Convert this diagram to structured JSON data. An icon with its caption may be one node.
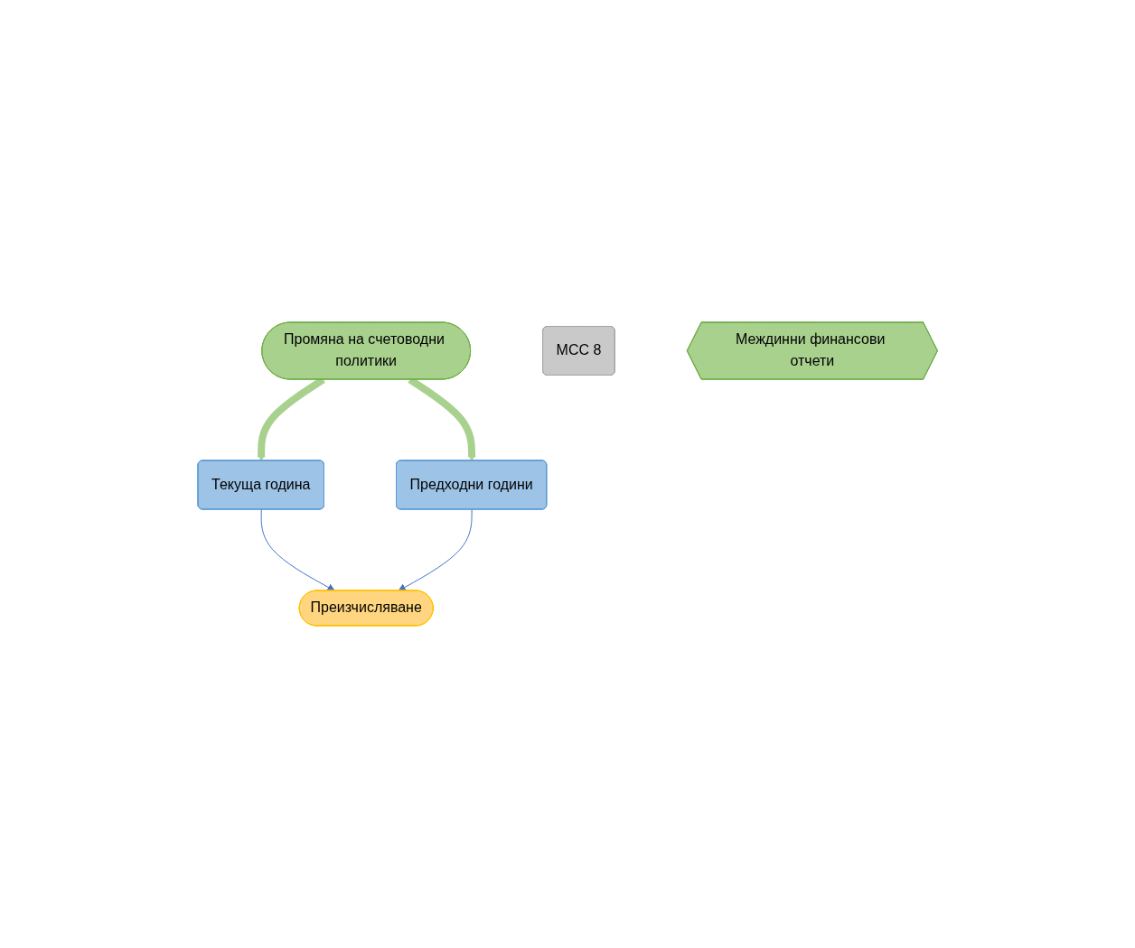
{
  "diagram": {
    "nodes": [
      {
        "text": [
          "Промяна на счетоводни политики"
        ]
      },
      {
        "text": [
          "МСС 8"
        ]
      },
      {
        "text": [
          "Текуща година"
        ]
      },
      {
        "text": [
          "Междинни финансови отчети"
        ]
      },
      {
        "text": [
          "Предходни години"
        ]
      },
      {
        "text": [
          "Преизчисляване"
        ]
      }
    ],
    "edges": [
      {
        "from": 0,
        "to": 2,
        "arrow": "to",
        "style": "thick",
        "color": "#a9d18e"
      },
      {
        "from": 0,
        "to": 4,
        "arrow": "to",
        "style": "thick",
        "color": "#a9d18e"
      },
      {
        "from": 2,
        "to": 5,
        "arrow": "to",
        "color": "#4472c4"
      },
      {
        "from": 4,
        "to": 5,
        "arrow": "to",
        "color": "#4472c4"
      }
    ]
  }
}
